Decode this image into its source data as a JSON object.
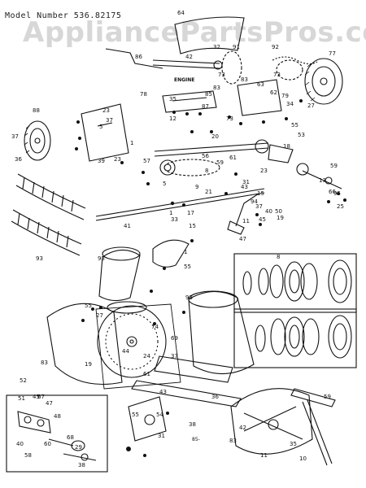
{
  "header": {
    "model_label": "Model Number 536.82175",
    "watermark": "AppliancePartsPros.com"
  },
  "diagram": {
    "engine_label": "ENGINE",
    "note": "85-",
    "part_labels": [
      "64",
      "86",
      "42",
      "32",
      "91",
      "92",
      "77",
      "88",
      "85",
      "87",
      "83",
      "35",
      "78",
      "73",
      "73",
      "83",
      "63",
      "62",
      "79",
      "34",
      "55",
      "53",
      "27",
      "18",
      "23",
      "37",
      "1",
      "5",
      "12",
      "73",
      "20",
      "41",
      "50",
      "55",
      "39",
      "37",
      "36",
      "23",
      "56",
      "59",
      "61",
      "9",
      "43",
      "57",
      "5",
      "8",
      "31",
      "23",
      "21",
      "93",
      "1",
      "93",
      "59",
      "94",
      "45",
      "13",
      "66",
      "95",
      "33",
      "25",
      "15",
      "15",
      "17",
      "37",
      "40",
      "11",
      "19",
      "47",
      "1",
      "8",
      "93",
      "55",
      "27",
      "69",
      "74",
      "37",
      "19",
      "83",
      "44",
      "24",
      "52",
      "67",
      "61",
      "43",
      "36",
      "42",
      "54",
      "55",
      "31",
      "38",
      "51",
      "45",
      "47",
      "48",
      "40",
      "58",
      "60",
      "68",
      "29",
      "38",
      "83",
      "11",
      "35",
      "10",
      "59"
    ]
  }
}
